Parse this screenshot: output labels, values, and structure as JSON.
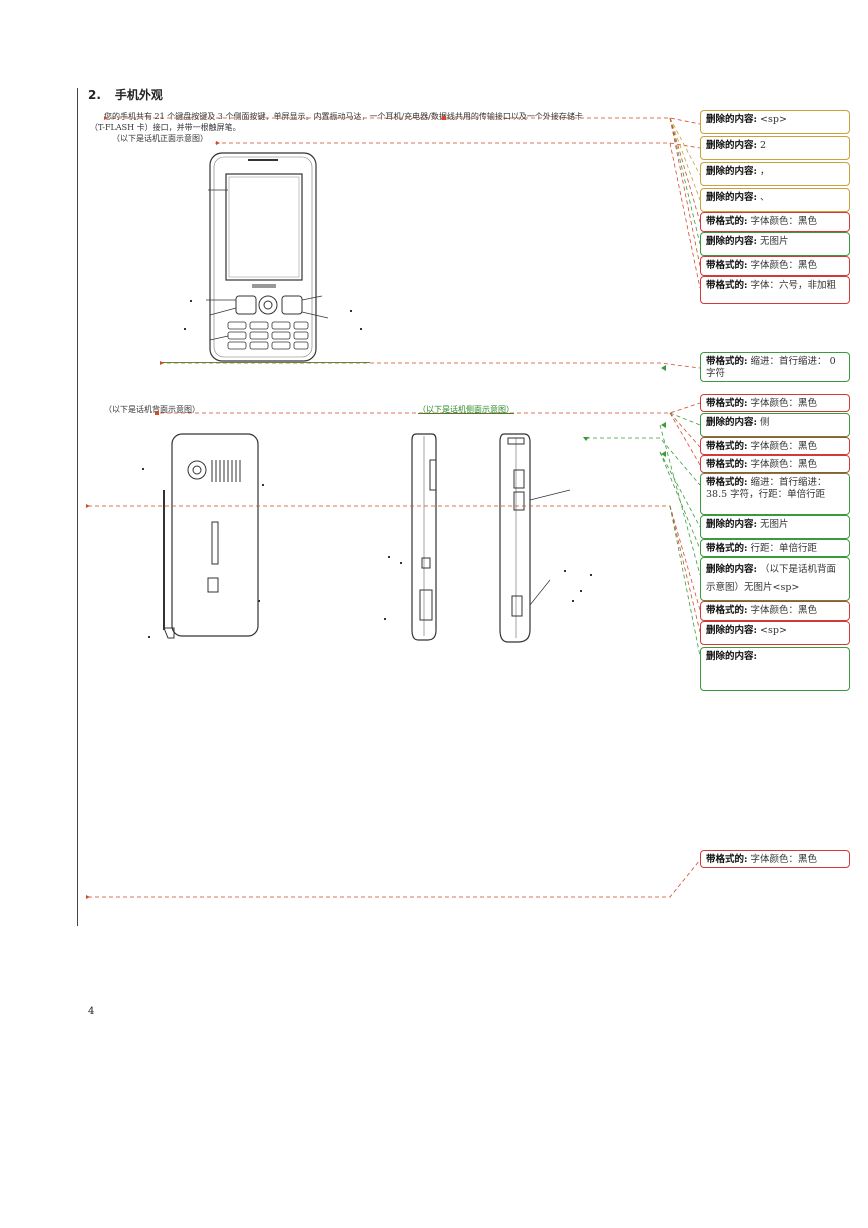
{
  "section": {
    "number": "2.",
    "title": "手机外观"
  },
  "paragraph": {
    "line1": "您的手机共有 21 个键盘按键及 3 个侧面按键，单屏显示。内置振动马达，一个耳机/充电器/数据线共用的传输接口以及一个外接存储卡",
    "line2": "（T-FLASH 卡）接口，并带一根触屏笔。",
    "front_caption": "（以下是话机正面示意图）",
    "back_caption": "（以下是话机背面示意图）",
    "side_caption": "（以下是话机侧面示意图）"
  },
  "page_number": "4",
  "balloons": [
    {
      "label": "删除的内容:",
      "text": "<sp>",
      "kind": "del"
    },
    {
      "label": "删除的内容:",
      "text": "2",
      "kind": "del"
    },
    {
      "label": "删除的内容:",
      "text": "，",
      "kind": "del"
    },
    {
      "label": "删除的内容:",
      "text": "、",
      "kind": "del"
    },
    {
      "label": "带格式的:",
      "text": "字体颜色：黑色",
      "kind": "fmt"
    },
    {
      "label": "删除的内容:",
      "text": "无图片",
      "kind": "grn"
    },
    {
      "label": "带格式的:",
      "text": "字体颜色：黑色",
      "kind": "fmt"
    },
    {
      "label": "带格式的:",
      "text": "字体：六号，非加粗",
      "kind": "fmt"
    },
    {
      "label": "带格式的:",
      "text": "缩进：首行缩进： 0 字符",
      "kind": "grn"
    },
    {
      "label": "带格式的:",
      "text": "字体颜色：黑色",
      "kind": "fmt"
    },
    {
      "label": "删除的内容:",
      "text": "侧",
      "kind": "grn"
    },
    {
      "label": "带格式的:",
      "text": "字体颜色：黑色",
      "kind": "fmt"
    },
    {
      "label": "带格式的:",
      "text": "字体颜色：黑色",
      "kind": "fmt"
    },
    {
      "label": "带格式的:",
      "text": "缩进：首行缩进： 38.5 字符，行距：单倍行距",
      "kind": "grn"
    },
    {
      "label": "删除的内容:",
      "text": "无图片",
      "kind": "grn"
    },
    {
      "label": "带格式的:",
      "text": "行距：单倍行距",
      "kind": "grn"
    },
    {
      "label": "删除的内容:",
      "text": "（以下是话机背面示意图）无图片<sp>",
      "kind": "grn"
    },
    {
      "label": "带格式的:",
      "text": "字体颜色：黑色",
      "kind": "fmt"
    },
    {
      "label": "删除的内容:",
      "text": "<sp>",
      "kind": "fmt"
    },
    {
      "label": "删除的内容:",
      "text": "",
      "kind": "grn"
    },
    {
      "label": "带格式的:",
      "text": "字体颜色：黑色",
      "kind": "fmt"
    }
  ]
}
